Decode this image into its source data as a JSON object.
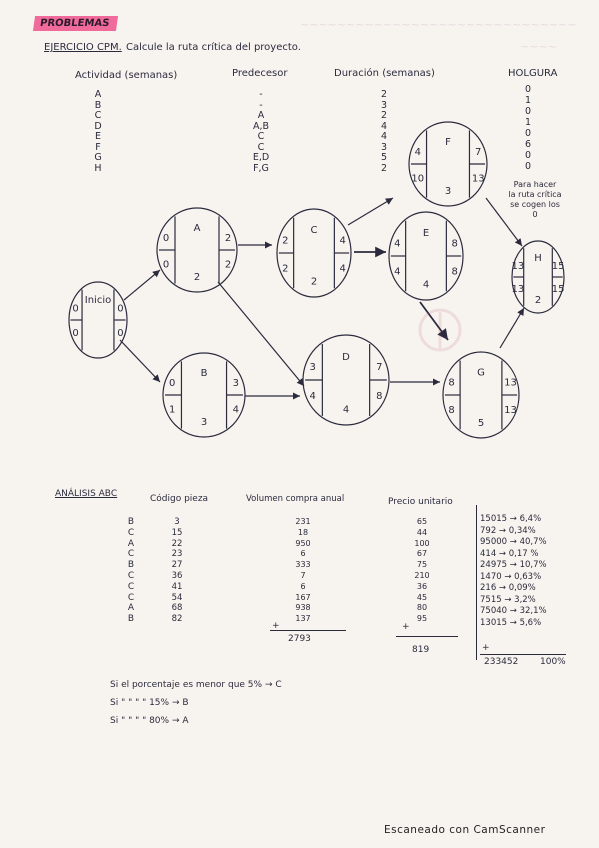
{
  "header": {
    "tag": "PROBLEMAS",
    "exercise": "EJERCICIO CPM.",
    "instruction": "Calcule la ruta crítica del proyecto."
  },
  "table": {
    "headers": [
      "Actividad (semanas)",
      "Predecesor",
      "Duración (semanas)",
      "HOLGURA"
    ],
    "activities": [
      "A",
      "B",
      "C",
      "D",
      "E",
      "F",
      "G",
      "H"
    ],
    "predecessors": [
      "-",
      "-",
      "A",
      "A,B",
      "C",
      "C",
      "E,D",
      "F,G"
    ],
    "durations": [
      "2",
      "3",
      "2",
      "4",
      "4",
      "3",
      "5",
      "2"
    ],
    "slack": [
      "0",
      "1",
      "0",
      "1",
      "0",
      "6",
      "0",
      "0"
    ],
    "note": [
      "Para hacer",
      "la ruta crítica",
      "se cogen los",
      "0"
    ]
  },
  "nodes": {
    "inicio": {
      "label": "Inicio",
      "tl": "0",
      "tr": "0",
      "bl": "0",
      "br": "0"
    },
    "A": {
      "label": "A",
      "tl": "0",
      "tr": "2",
      "bl": "0",
      "br": "2",
      "bottom": "2"
    },
    "B": {
      "label": "B",
      "tl": "0",
      "tr": "3",
      "bl": "1",
      "br": "4",
      "bottom": "3"
    },
    "C": {
      "label": "C",
      "tl": "2",
      "tr": "4",
      "bl": "2",
      "br": "4",
      "bottom": "2"
    },
    "D": {
      "label": "D",
      "tl": "3",
      "tr": "7",
      "bl": "4",
      "br": "8",
      "bottom": "4"
    },
    "E": {
      "label": "E",
      "tl": "4",
      "tr": "8",
      "bl": "4",
      "br": "8",
      "bottom": "4"
    },
    "F": {
      "label": "F",
      "tl": "4",
      "tr": "7",
      "bl": "10",
      "br": "13",
      "bottom": "3"
    },
    "G": {
      "label": "G",
      "tl": "8",
      "tr": "13",
      "bl": "8",
      "br": "13",
      "bottom": "5"
    },
    "H": {
      "label": "H",
      "tl": "13",
      "tr": "15",
      "bl": "13",
      "br": "15",
      "bottom": "2"
    }
  },
  "abc": {
    "title": "ANÁLISIS ABC",
    "headers": [
      "Código pieza",
      "Volumen compra anual",
      "Precio unitario"
    ],
    "classes": [
      "B",
      "C",
      "A",
      "C",
      "B",
      "C",
      "C",
      "C",
      "A",
      "B"
    ],
    "codes": [
      "3",
      "15",
      "22",
      "23",
      "27",
      "36",
      "41",
      "54",
      "68",
      "82"
    ],
    "volumes": [
      "231",
      "18",
      "950",
      "6",
      "333",
      "7",
      "6",
      "167",
      "938",
      "137"
    ],
    "prices": [
      "65",
      "44",
      "100",
      "67",
      "75",
      "210",
      "36",
      "45",
      "80",
      "95"
    ],
    "volume_plus": "+",
    "price_plus": "+",
    "volume_total": "2793",
    "price_total": "819",
    "products": [
      "15015 → 6,4%",
      "792 → 0,34%",
      "95000 → 40,7%",
      "414 → 0,17 %",
      "24975 → 10,7%",
      "1470 → 0,63%",
      "216 → 0,09%",
      "7515 → 3,2%",
      "75040 → 32,1%",
      "13015 → 5,6%"
    ],
    "products_plus": "+",
    "products_total": "233452",
    "percent_total": "100%"
  },
  "rules": [
    {
      "text": "Si el porcentaje es menor que 5% → C"
    },
    {
      "text": "Si    \"    \"    \"    \"   15% → B"
    },
    {
      "text": "Si    \"    \"    \"    \"   80% → A"
    }
  ],
  "footer": "Escaneado con CamScanner"
}
